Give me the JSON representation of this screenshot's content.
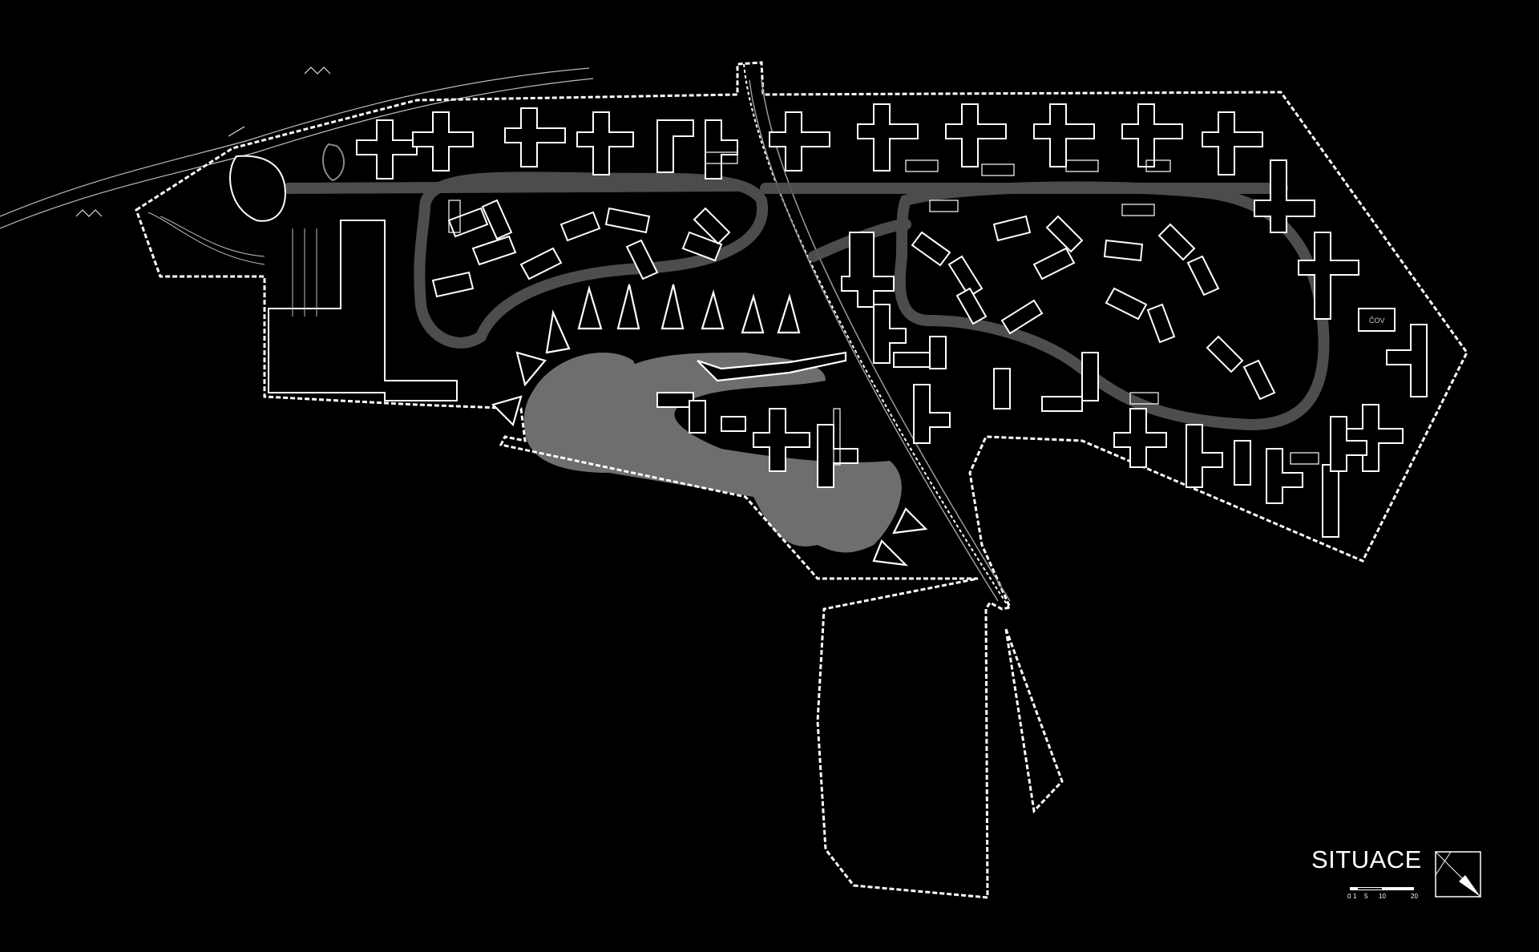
{
  "title": "SITUACE",
  "scale": {
    "ticks": [
      "0",
      "1",
      "5",
      "10",
      "20"
    ]
  },
  "map_labels": {
    "cov": "ČOV"
  },
  "colors": {
    "background": "#000000",
    "lines": "#ffffff",
    "water": "#6e6e6e",
    "roads": "#9a9a9a"
  },
  "icons": {
    "north": "north-arrow-icon"
  }
}
